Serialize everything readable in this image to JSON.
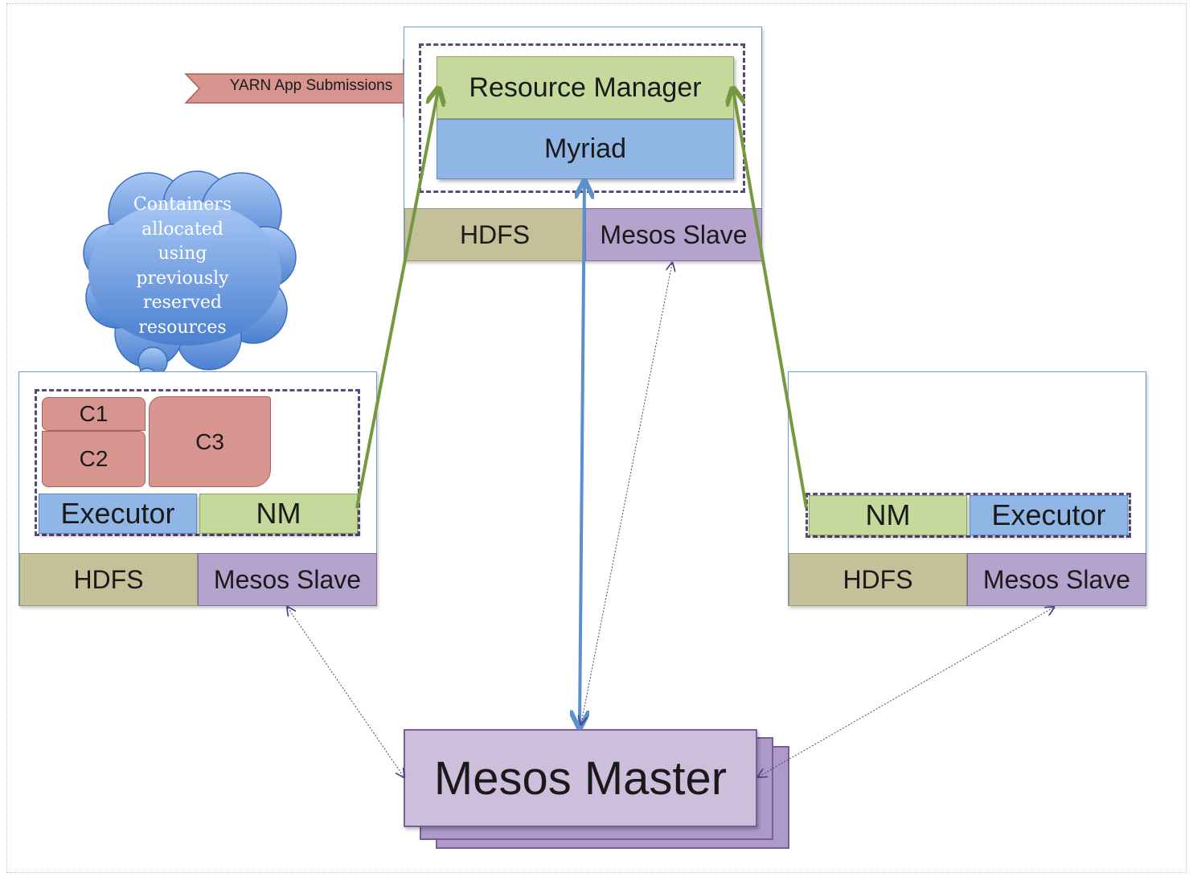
{
  "yarn_submissions": "YARN App Submissions",
  "cloud_lines": [
    "Containers",
    "allocated",
    "using",
    "previously",
    "reserved",
    "resources"
  ],
  "top_node": {
    "resource_manager": "Resource Manager",
    "myriad": "Myriad",
    "hdfs": "HDFS",
    "mesos_slave": "Mesos Slave"
  },
  "left_node": {
    "c1": "C1",
    "c2": "C2",
    "c3": "C3",
    "executor": "Executor",
    "nm": "NM",
    "hdfs": "HDFS",
    "mesos_slave": "Mesos Slave"
  },
  "right_node": {
    "nm": "NM",
    "executor": "Executor",
    "hdfs": "HDFS",
    "mesos_slave": "Mesos Slave"
  },
  "mesos_master": "Mesos Master",
  "colors": {
    "resource_manager": "#c5d99c",
    "myriad": "#8fb6e4",
    "hdfs": "#c5bf9a",
    "mesos_slave": "#b4a3cd",
    "container": "#d8948f",
    "mesos_master": "#cdbfdc",
    "green_arrow": "#76983f",
    "blue_arrow": "#5b8fd0",
    "dotted_arrow": "#4a3f7a"
  }
}
